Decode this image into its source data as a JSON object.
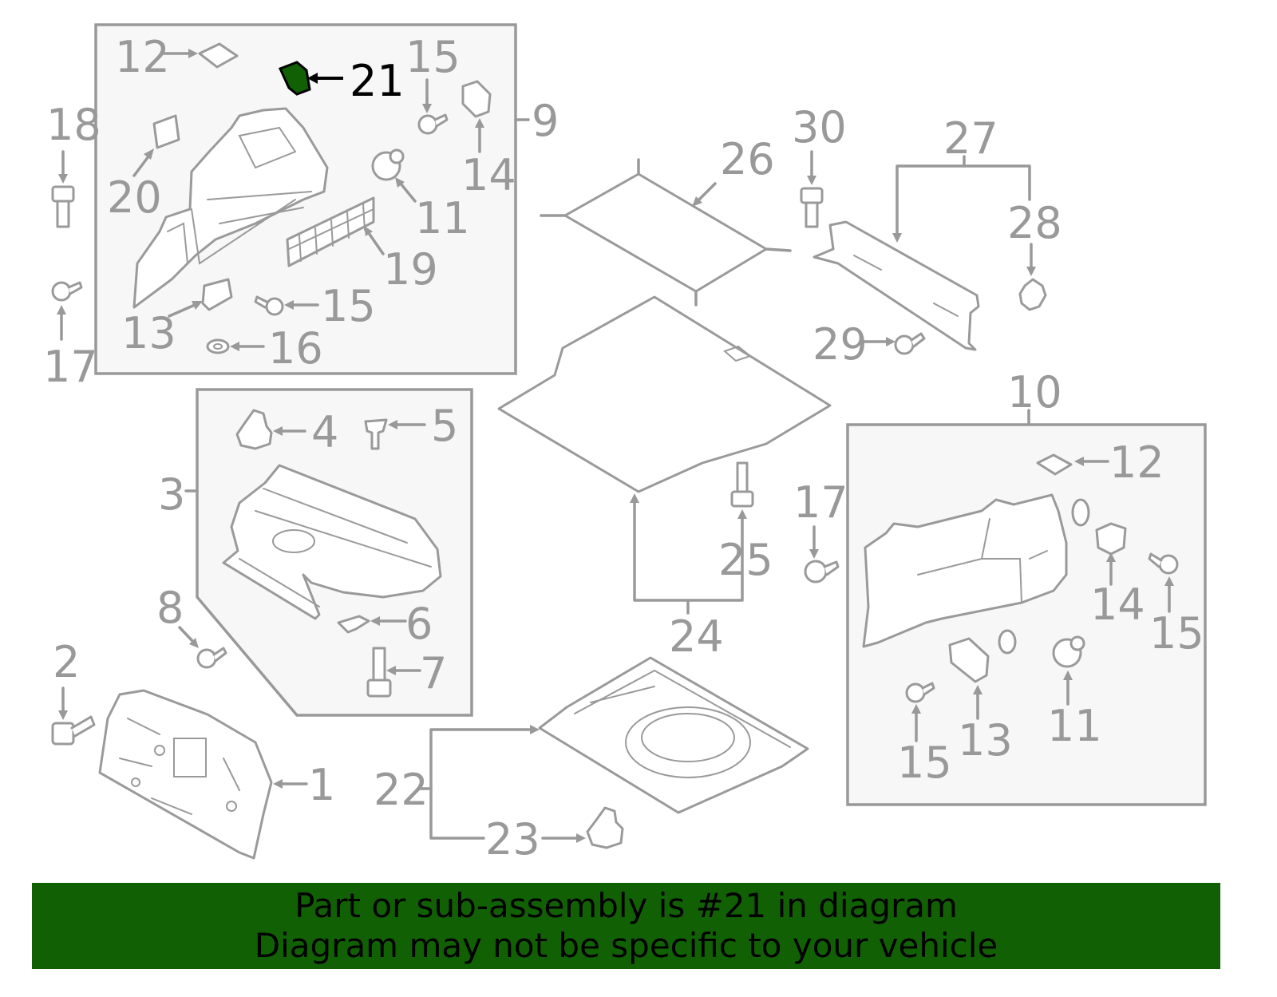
{
  "highlight_color": "#116104",
  "highlighted_part": "21",
  "labels": {
    "l1": "1",
    "l2": "2",
    "l3": "3",
    "l4": "4",
    "l5": "5",
    "l6": "6",
    "l7": "7",
    "l8": "8",
    "l9": "9",
    "l10": "10",
    "l11a": "11",
    "l11b": "11",
    "l12a": "12",
    "l12b": "12",
    "l13a": "13",
    "l13b": "13",
    "l14a": "14",
    "l14b": "14",
    "l15a": "15",
    "l15b": "15",
    "l15c": "15",
    "l15d": "15",
    "l16": "16",
    "l17a": "17",
    "l17b": "17",
    "l18": "18",
    "l19": "19",
    "l20": "20",
    "l21": "21",
    "l22": "22",
    "l23": "23",
    "l24": "24",
    "l25": "25",
    "l26": "26",
    "l27": "27",
    "l28": "28",
    "l29": "29",
    "l30": "30"
  },
  "banner": {
    "line1": "Part or sub-assembly is #21 in diagram",
    "line2": "Diagram may not be specific to your vehicle"
  }
}
